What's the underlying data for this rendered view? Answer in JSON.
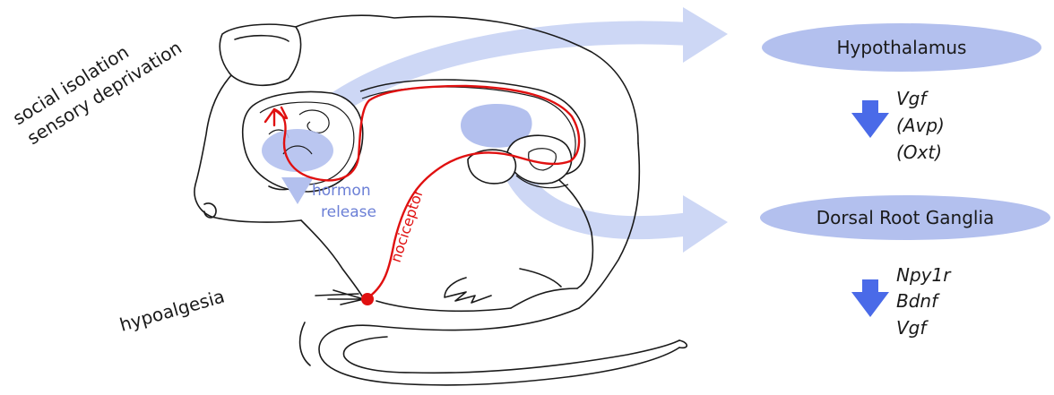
{
  "left_labels": {
    "line1": "social isolation",
    "line2": "sensory deprivation",
    "outcome": "hypoalgesia"
  },
  "brain_labels": {
    "hormon": "hormon",
    "release": "release"
  },
  "nociceptor_label": "nociceptor",
  "targets": {
    "hypothalamus": {
      "name": "Hypothalamus",
      "genes": [
        "Vgf",
        "(Avp)",
        "(Oxt)"
      ]
    },
    "drg": {
      "name": "Dorsal Root Ganglia",
      "genes": [
        "Npy1r",
        "Bdnf",
        "Vgf"
      ]
    }
  },
  "colors": {
    "node_fill": "#b3c0ee",
    "down_arrow": "#4a6ae8",
    "curved_arrow": "#cdd7f5",
    "nerve": "#e01010",
    "outline": "#1a1a1a"
  }
}
